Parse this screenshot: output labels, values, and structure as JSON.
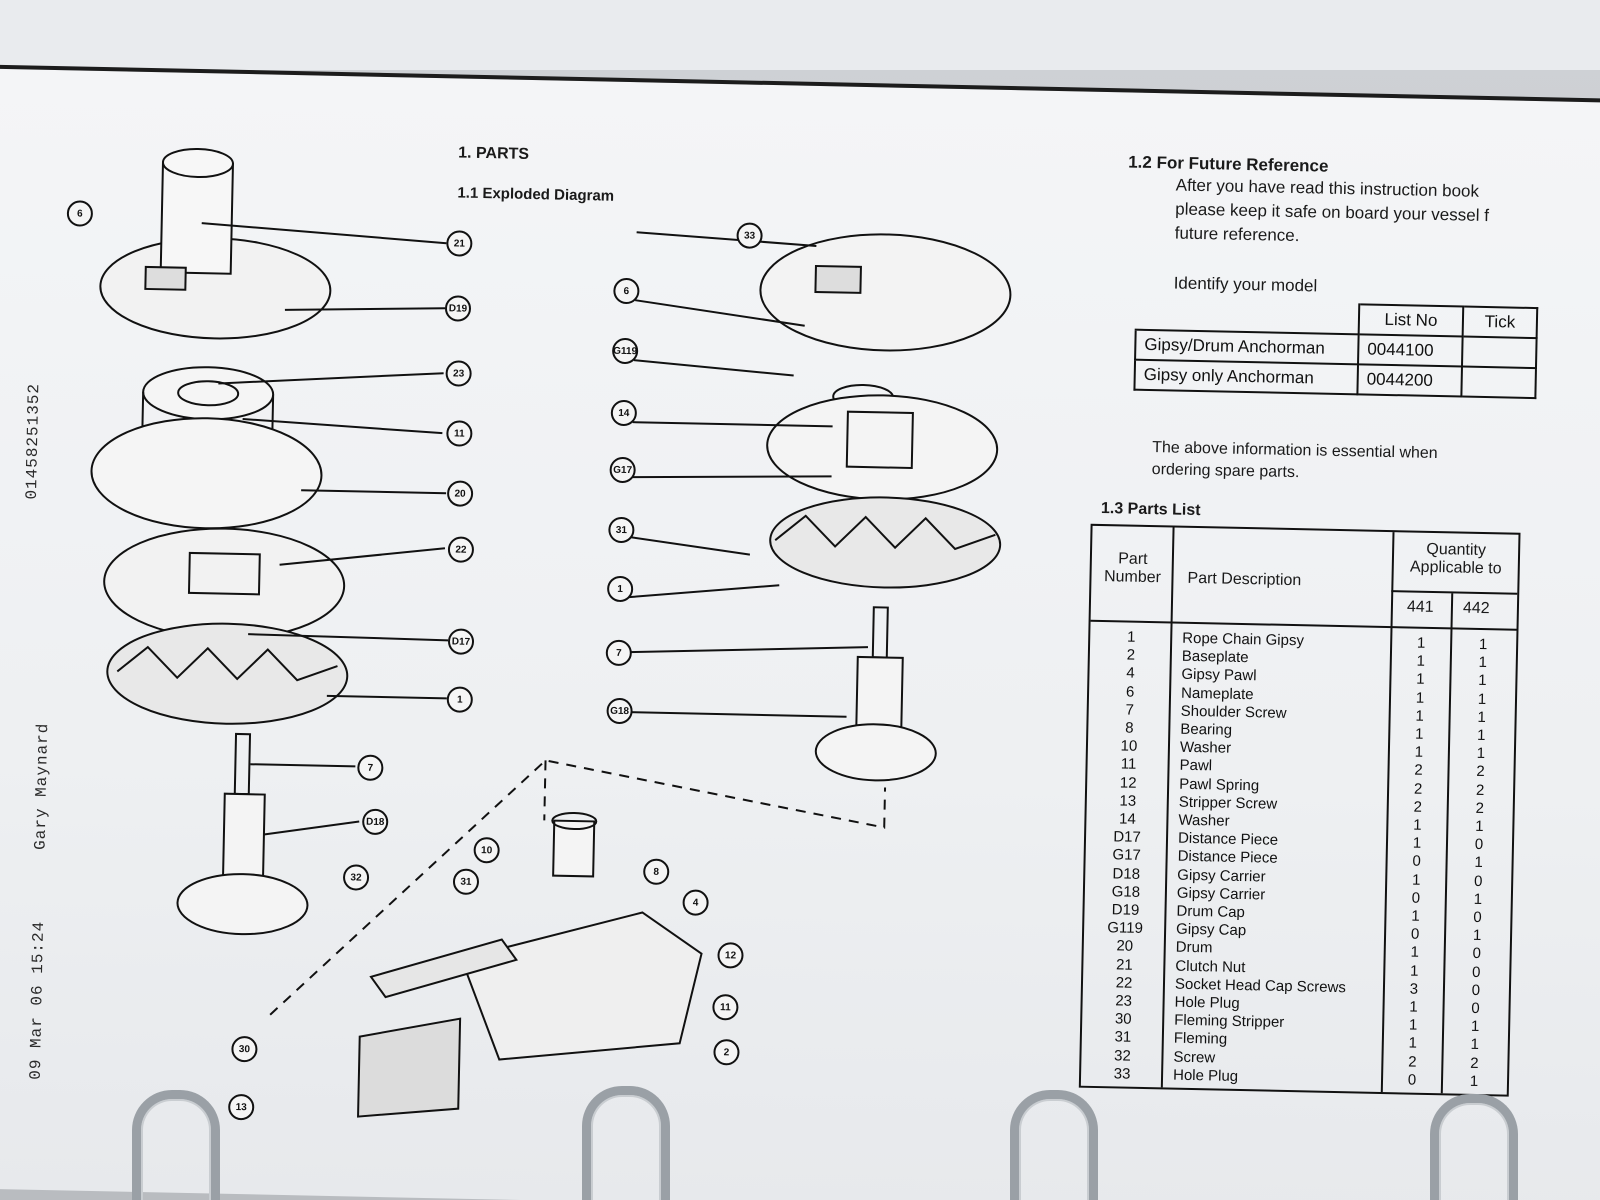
{
  "side_text": {
    "number": "01458251352",
    "name": "Gary Maynard",
    "date": "09 Mar 06 15:24"
  },
  "parts_heading": "1. PARTS",
  "exploded_heading": "1.1 Exploded Diagram",
  "reference": {
    "heading": "1.2 For Future Reference",
    "line1": "After you have read this instruction book",
    "line2": "please keep it safe on board your vessel f",
    "line3": "future reference.",
    "identify": "Identify your model",
    "note_line1": "The above information is essential when",
    "note_line2": "ordering spare parts."
  },
  "model_table": {
    "headers": [
      "List No",
      "Tick"
    ],
    "rows": [
      {
        "model": "Gipsy/Drum Anchorman",
        "list_no": "0044100",
        "tick": ""
      },
      {
        "model": "Gipsy only Anchorman",
        "list_no": "0044200",
        "tick": ""
      }
    ]
  },
  "parts_list": {
    "heading": "1.3 Parts List",
    "headers": {
      "part": "Part Number",
      "desc": "Part Description",
      "qty": "Quantity Applicable to",
      "c441": "441",
      "c442": "442"
    },
    "rows": [
      [
        "1",
        "Rope Chain Gipsy",
        "1",
        "1"
      ],
      [
        "2",
        "Baseplate",
        "1",
        "1"
      ],
      [
        "4",
        "Gipsy Pawl",
        "1",
        "1"
      ],
      [
        "6",
        "Nameplate",
        "1",
        "1"
      ],
      [
        "7",
        "Shoulder Screw",
        "1",
        "1"
      ],
      [
        "8",
        "Bearing",
        "1",
        "1"
      ],
      [
        "10",
        "Washer",
        "1",
        "1"
      ],
      [
        "11",
        "Pawl",
        "2",
        "2"
      ],
      [
        "12",
        "Pawl Spring",
        "2",
        "2"
      ],
      [
        "13",
        "Stripper Screw",
        "2",
        "2"
      ],
      [
        "14",
        "Washer",
        "1",
        "1"
      ],
      [
        "D17",
        "Distance Piece",
        "1",
        "0"
      ],
      [
        "G17",
        "Distance Piece",
        "0",
        "1"
      ],
      [
        "D18",
        "Gipsy Carrier",
        "1",
        "0"
      ],
      [
        "G18",
        "Gipsy Carrier",
        "0",
        "1"
      ],
      [
        "D19",
        "Drum Cap",
        "1",
        "0"
      ],
      [
        "G119",
        "Gipsy Cap",
        "0",
        "1"
      ],
      [
        "20",
        "Drum",
        "1",
        "0"
      ],
      [
        "21",
        "Clutch Nut",
        "1",
        "0"
      ],
      [
        "22",
        "Socket Head Cap Screws",
        "3",
        "0"
      ],
      [
        "23",
        "Hole Plug",
        "1",
        "0"
      ],
      [
        "30",
        "Fleming Stripper",
        "1",
        "1"
      ],
      [
        "31",
        "Fleming",
        "1",
        "1"
      ],
      [
        "32",
        "Screw",
        "2",
        "2"
      ],
      [
        "33",
        "Hole Plug",
        "0",
        "1"
      ]
    ]
  },
  "callouts_left": [
    "6",
    "21",
    "D19",
    "23",
    "11",
    "20",
    "22",
    "D17",
    "1",
    "7",
    "D18",
    "32",
    "31",
    "10",
    "30",
    "13"
  ],
  "callouts_right": [
    "33",
    "6",
    "G119",
    "14",
    "G17",
    "31",
    "1",
    "7",
    "G18",
    "8",
    "4",
    "12",
    "11",
    "2"
  ]
}
